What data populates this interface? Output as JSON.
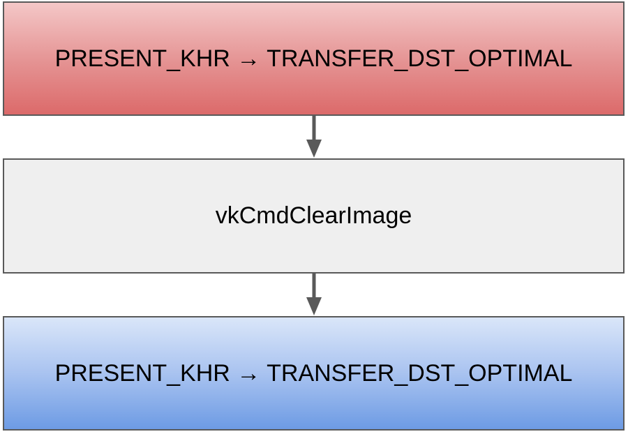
{
  "diagram": {
    "steps": [
      {
        "label": "PRESENT_KHR → TRANSFER_DST_OPTIMAL",
        "color": "#e06666"
      },
      {
        "label": "vkCmdClearImage",
        "color": "#efefef"
      },
      {
        "label": "PRESENT_KHR → TRANSFER_DST_OPTIMAL",
        "color": "#6d9eeb"
      }
    ],
    "connector_color": "#595959"
  }
}
